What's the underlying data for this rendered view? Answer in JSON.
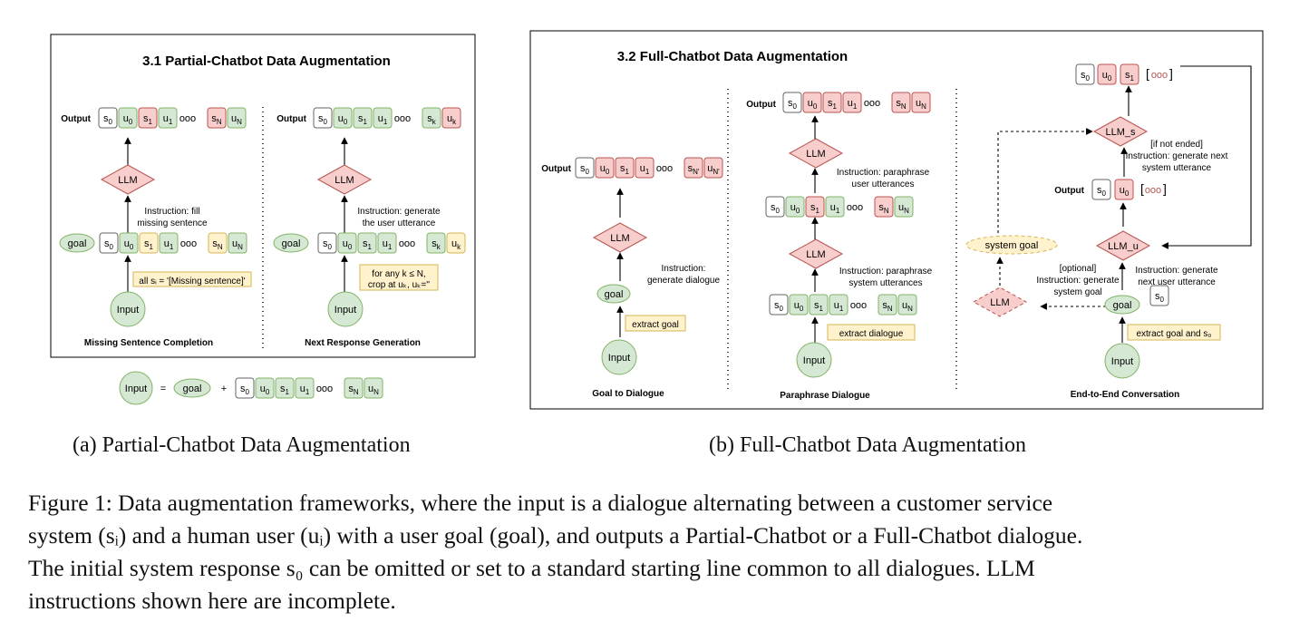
{
  "colors": {
    "green": "#d5e8d4",
    "green_stroke": "#82b366",
    "red": "#f8cecc",
    "red_stroke": "#b85450",
    "yellow": "#fff2cc",
    "yellow_stroke": "#d6b656",
    "white": "#ffffff",
    "gray_stroke": "#666666"
  },
  "panel_a": {
    "title": "3.1 Partial-Chatbot Data Augmentation",
    "left": {
      "output_label": "Output",
      "llm": "LLM",
      "instruction": [
        "Instruction: fill",
        "missing sentence"
      ],
      "goal": "goal",
      "input": "Input",
      "note": "all sᵢ = '[Missing sentence]'",
      "caption": "Missing Sentence Completion",
      "ellipsis": "ooo",
      "output_tokens": [
        "s0",
        "u0",
        "s1",
        "u1",
        "sN",
        "uN"
      ],
      "input_tokens": [
        "s0",
        "u0",
        "s1",
        "u1",
        "sN",
        "uN"
      ]
    },
    "right": {
      "output_label": "Output",
      "llm": "LLM",
      "instruction": [
        "Instruction: generate",
        "the user utterance"
      ],
      "goal": "goal",
      "input": "Input",
      "note": [
        "for any k ≤ N,",
        "crop at uₖ, uₖ=''"
      ],
      "caption": "Next Response Generation",
      "ellipsis": "ooo",
      "output_tokens": [
        "s0",
        "u0",
        "s1",
        "u1",
        "sk",
        "uk"
      ],
      "input_tokens": [
        "s0",
        "u0",
        "s1",
        "u1",
        "sk",
        "uk"
      ]
    },
    "legend": {
      "input": "Input",
      "equals": "=",
      "goal": "goal",
      "plus": "+",
      "ellipsis": "ooo",
      "tokens": [
        "s0",
        "u0",
        "s1",
        "u1",
        "sN",
        "uN"
      ]
    }
  },
  "panel_b": {
    "title": "3.2 Full-Chatbot Data Augmentation",
    "goal_to_dialogue": {
      "output_label": "Output",
      "llm": "LLM",
      "instruction": [
        "Instruction:",
        "generate dialogue"
      ],
      "goal": "goal",
      "note": "extract goal",
      "input": "Input",
      "caption": "Goal to Dialogue",
      "ellipsis": "ooo",
      "output_tokens": [
        "s0",
        "u0",
        "s1",
        "u1",
        "sN'",
        "uN'"
      ]
    },
    "paraphrase": {
      "output_label": "Output",
      "llm_top": "LLM",
      "llm_bottom": "LLM",
      "instruction_top": [
        "Instruction: paraphrase",
        "user utterances"
      ],
      "instruction_bottom": [
        "Instruction: paraphrase",
        "system utterances"
      ],
      "note": "extract dialogue",
      "input": "Input",
      "caption": "Paraphrase Dialogue",
      "ellipsis": "ooo",
      "row_top": [
        "s0",
        "u0",
        "s1",
        "u1",
        "sN",
        "uN"
      ],
      "row_mid": [
        "s0",
        "u0",
        "s1",
        "u1",
        "sN",
        "uN"
      ],
      "row_bot": [
        "s0",
        "u0",
        "s1",
        "u1",
        "sN",
        "uN"
      ]
    },
    "end_to_end": {
      "top_tokens": [
        "s0",
        "u0",
        "s1"
      ],
      "ellipsis": "ooo",
      "llm_s": "LLM_s",
      "instruction_s": [
        "[if not ended]",
        "Instruction: generate next",
        "system utterance"
      ],
      "output_label": "Output",
      "mid_tokens": [
        "s0",
        "u0"
      ],
      "system_goal": "system goal",
      "llm_u": "LLM_u",
      "optional": [
        "[optional]",
        "Instruction: generate",
        "system goal"
      ],
      "instruction_u": [
        "Instruction: generate",
        "next user utterance"
      ],
      "llm_optional": "LLM",
      "goal": "goal",
      "s0": "s0",
      "note": "extract goal and s₀",
      "input": "Input",
      "caption": "End-to-End Conversation"
    }
  },
  "captions": {
    "sub_a": "(a) Partial-Chatbot Data Augmentation",
    "sub_b": "(b) Full-Chatbot Data Augmentation",
    "main": [
      "Figure 1: Data augmentation frameworks, where the input is a dialogue alternating between a customer service",
      "system (sᵢ) and a human user (uᵢ) with a user goal (goal), and outputs a Partial-Chatbot or a Full-Chatbot dialogue.",
      "The initial system response s₀ can be omitted or set to a standard starting line common to all dialogues. LLM",
      "instructions shown here are incomplete."
    ]
  }
}
